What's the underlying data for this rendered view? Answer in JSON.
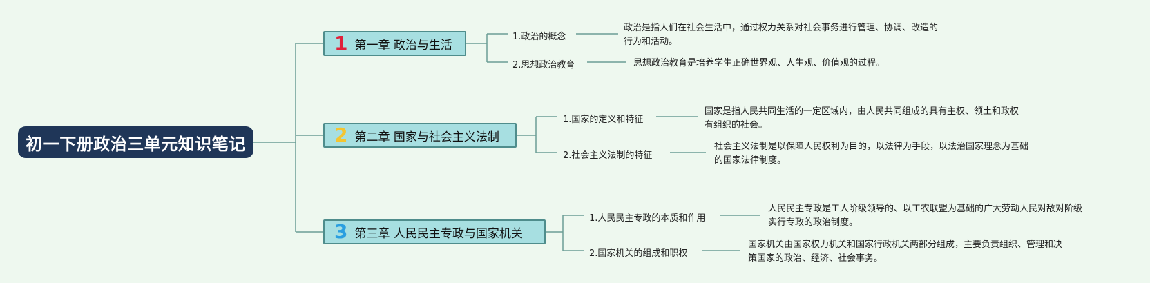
{
  "root": {
    "title": "初一下册政治三单元知识笔记"
  },
  "chapters": [
    {
      "num": "1",
      "num_color": "#e0203a",
      "title": "第一章 政治与生活",
      "topics": [
        {
          "label": "1.政治的概念",
          "desc": [
            "政治是指人们在社会生活中，通过权力关系对社会事务进行管理、协调、改造的",
            "行为和活动。"
          ]
        },
        {
          "label": "2.思想政治教育",
          "desc": [
            "思想政治教育是培养学生正确世界观、人生观、价值观的过程。"
          ]
        }
      ]
    },
    {
      "num": "2",
      "num_color": "#f4c531",
      "title": "第二章 国家与社会主义法制",
      "topics": [
        {
          "label": "1.国家的定义和特征",
          "desc": [
            "国家是指人民共同生活的一定区域内，由人民共同组成的具有主权、领土和政权",
            "有组织的社会。"
          ]
        },
        {
          "label": "2.社会主义法制的特征",
          "desc": [
            "社会主义法制是以保障人民权利为目的，以法律为手段，以法治国家理念为基础",
            "的国家法律制度。"
          ]
        }
      ]
    },
    {
      "num": "3",
      "num_color": "#2a9fe0",
      "title": "第三章 人民民主专政与国家机关",
      "topics": [
        {
          "label": "1.人民民主专政的本质和作用",
          "desc": [
            "人民民主专政是工人阶级领导的、以工农联盟为基础的广大劳动人民对敌对阶级",
            "实行专政的政治制度。"
          ]
        },
        {
          "label": "2.国家机关的组成和职权",
          "desc": [
            "国家机关由国家权力机关和国家行政机关两部分组成，主要负责组织、管理和决",
            "策国家的政治、经济、社会事务。"
          ]
        }
      ]
    }
  ]
}
